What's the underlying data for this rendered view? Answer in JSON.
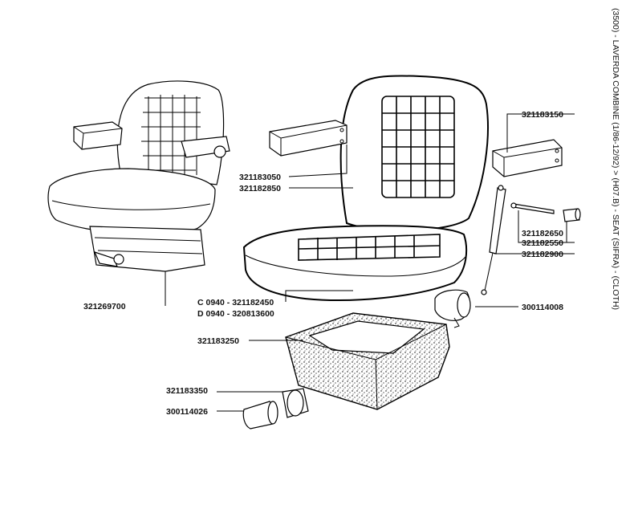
{
  "side_title": "(3500) - LAVERDA COMBINE (1/86-12/92) > (H07.B) - SEAT (SIFRA) - (CLOTH)",
  "labels": {
    "p321183150": "321183150",
    "p321183050": "321183050",
    "p321182850": "321182850",
    "p321182650": "321182650",
    "p321182550": "321182550",
    "p321182900": "321182900",
    "p321269700": "321269700",
    "pC0940": "C 0940 - 321182450",
    "pD0940": "D 0940 - 320813600",
    "p300114008": "300114008",
    "p321183250": "321183250",
    "p321183350": "321183350",
    "p300114026": "300114026"
  }
}
